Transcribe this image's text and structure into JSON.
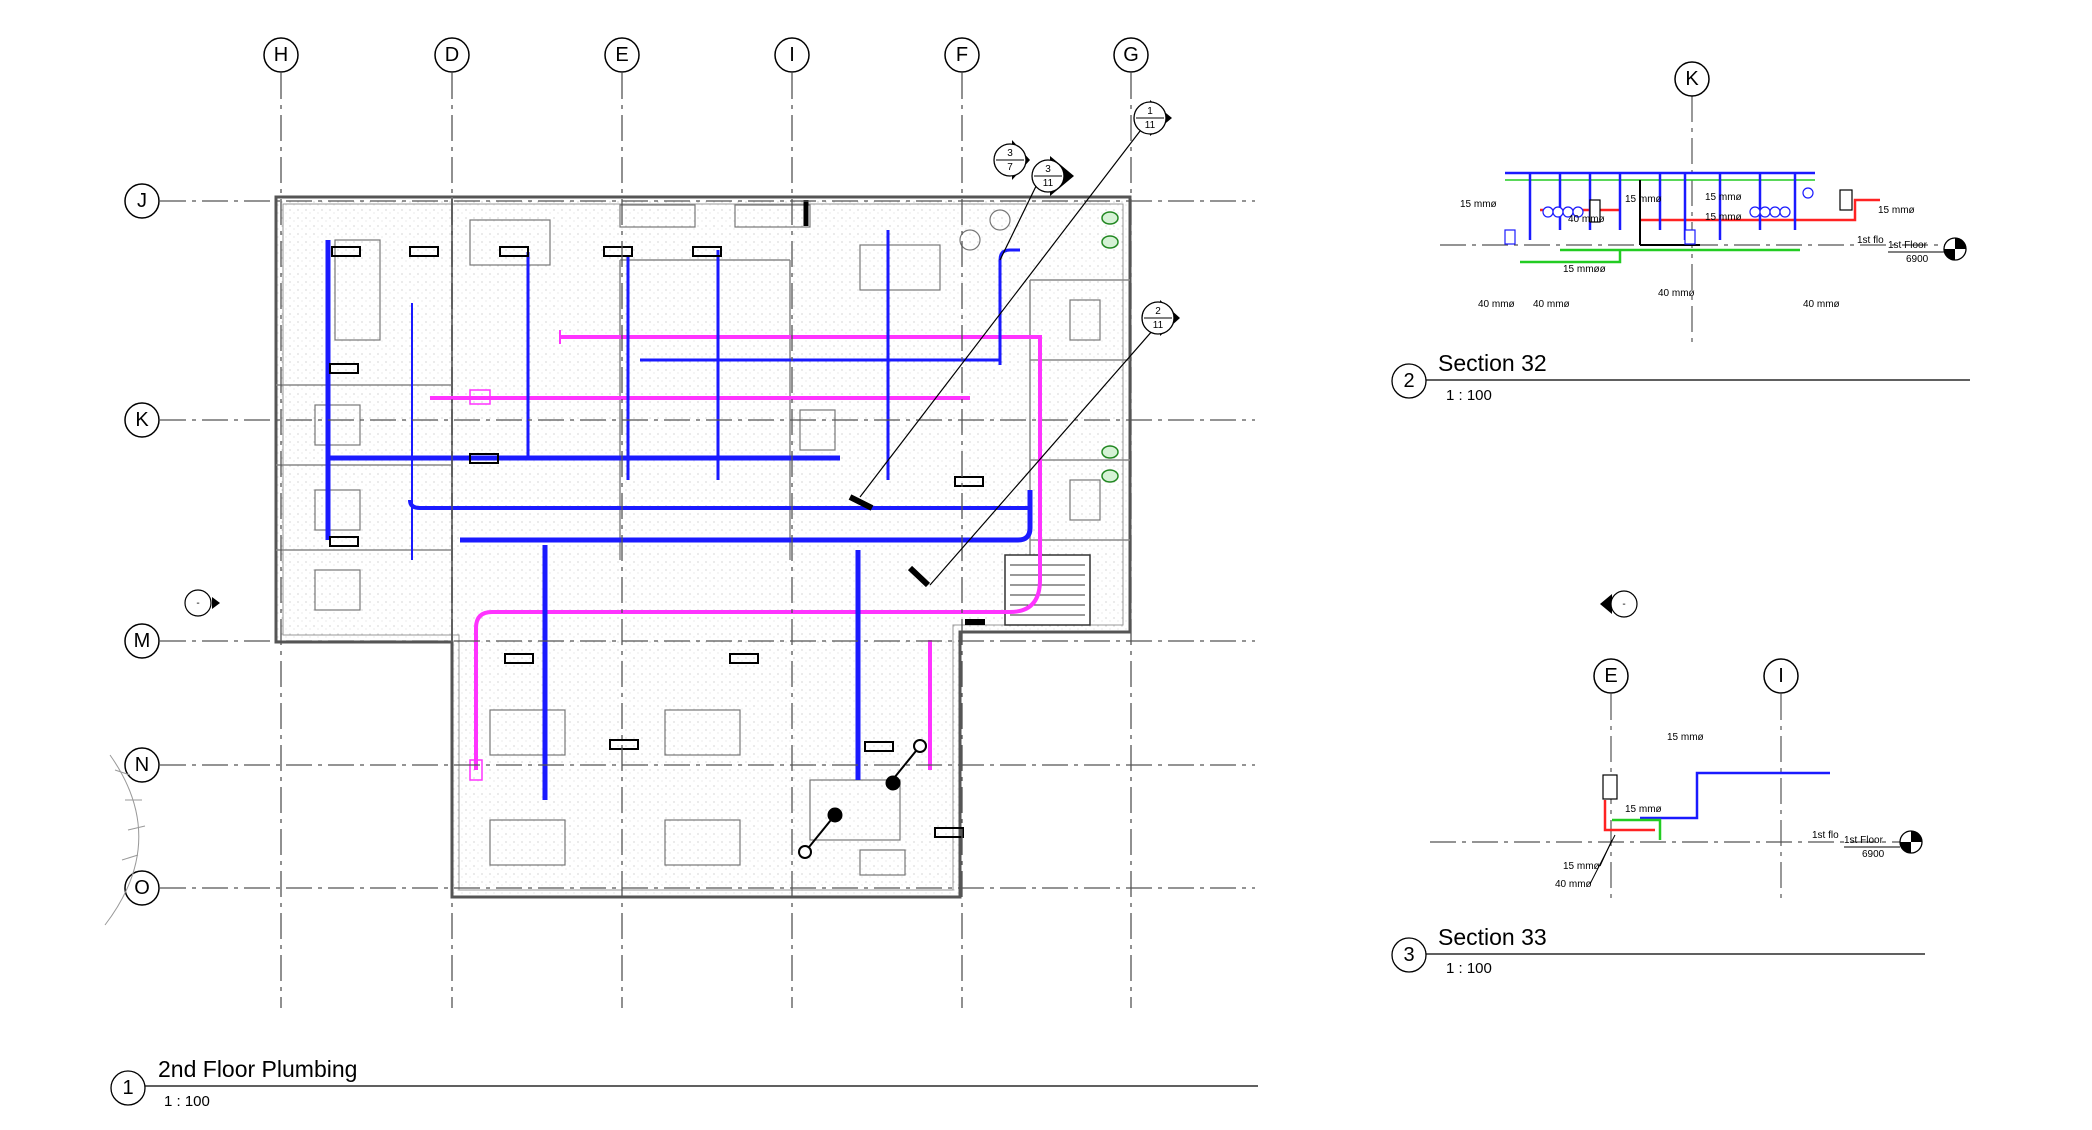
{
  "colors": {
    "ink": "#000000",
    "domestic_cold": "#1a1aff",
    "domestic_hot": "#ff33ff",
    "vent": "#22cc22",
    "hot_return": "#ff2222",
    "floor_hatch": "#e8e8e8"
  },
  "plan": {
    "grid_columns": [
      "H",
      "D",
      "E",
      "I",
      "F",
      "G"
    ],
    "grid_rows": [
      "J",
      "K",
      "M",
      "N",
      "O"
    ],
    "section_tags": [
      {
        "num": "1",
        "sheet": "11"
      },
      {
        "num": "3",
        "sheet": "7"
      },
      {
        "num": "3",
        "sheet": "11"
      },
      {
        "num": "2",
        "sheet": "11"
      }
    ],
    "elevation_tag": "-",
    "view_number": "1",
    "title": "2nd Floor Plumbing",
    "scale": "1 : 100"
  },
  "section32": {
    "grid_label": "K",
    "pipe_labels": {
      "a": "15 mmø",
      "b": "40 mmø",
      "c": "15 mmø",
      "d": "15 mmø",
      "e": "15 mmø",
      "f": "40 mmø",
      "g": "15 mmøø",
      "h": "40 mmø",
      "i": "40 mmø",
      "j": "40 mmø"
    },
    "level_name_clipped": "1st flo",
    "level_name": "1st Floor",
    "level_elev": "6900",
    "view_number": "2",
    "title": "Section 32",
    "scale": "1 : 100"
  },
  "section33": {
    "elevation_tag": "-",
    "grid_labels": [
      "E",
      "I"
    ],
    "pipe_labels": {
      "a": "15 mmø",
      "b": "15 mmø",
      "c": "15 mmø",
      "d": "40 mmø"
    },
    "level_name_clipped": "1st flo",
    "level_name": "1st Floor",
    "level_elev": "6900",
    "view_number": "3",
    "title": "Section 33",
    "scale": "1 : 100"
  }
}
